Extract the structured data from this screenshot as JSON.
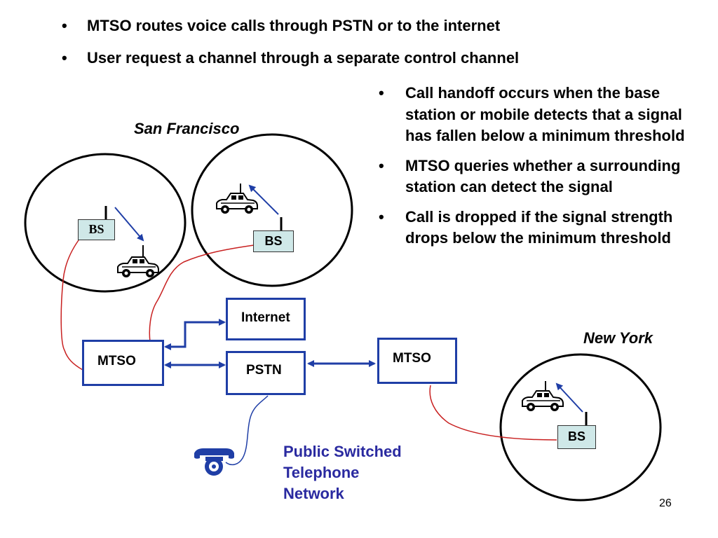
{
  "bullets_top": [
    "MTSO routes voice calls through PSTN or to the internet",
    "User request a channel through a separate control channel"
  ],
  "bullets_right": [
    "Call handoff occurs when the base station or mobile detects that a signal has fallen below a minimum threshold",
    "MTSO queries whether a surrounding station can detect the signal",
    "Call is dropped if the signal strength drops below the minimum threshold"
  ],
  "labels": {
    "san_francisco": "San Francisco",
    "new_york": "New York",
    "bs": "BS",
    "mtso": "MTSO",
    "internet": "Internet",
    "pstn": "PSTN"
  },
  "pstn_caption": [
    "Public Switched",
    "Telephone",
    "Network"
  ],
  "page_number": "26",
  "colors": {
    "box_border": "#1f3ea6",
    "bs_fill": "#cfe8e8",
    "wire_red": "#c82020",
    "wire_blue": "#1f3ea6",
    "caption_blue": "#2a2aa0"
  }
}
